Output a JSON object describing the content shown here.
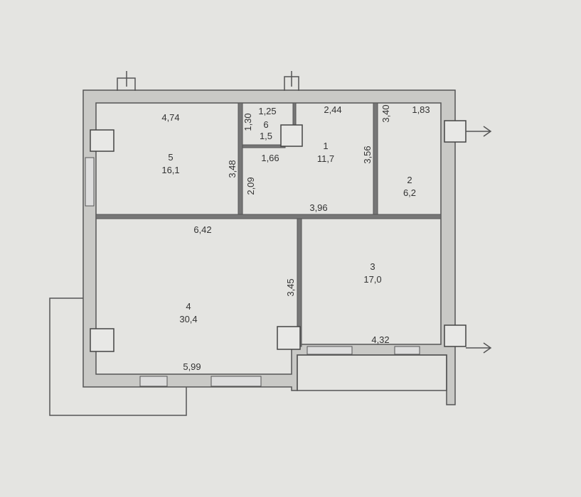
{
  "rooms": [
    {
      "number": "1",
      "area": "11,7"
    },
    {
      "number": "2",
      "area": "6,2"
    },
    {
      "number": "3",
      "area": "17,0"
    },
    {
      "number": "4",
      "area": "30,4"
    },
    {
      "number": "5",
      "area": "16,1"
    },
    {
      "number": "6",
      "area": "1,5"
    }
  ],
  "dimensions": {
    "d474": "4,74",
    "d125": "1,25",
    "d130": "1,30",
    "d166": "1,66",
    "d244": "2,44",
    "d340": "3,40",
    "d183": "1,83",
    "d348": "3,48",
    "d209": "2,09",
    "d356": "3,56",
    "d396": "3,96",
    "d642": "6,42",
    "d345": "3,45",
    "d432": "4,32",
    "d599": "5,99"
  }
}
